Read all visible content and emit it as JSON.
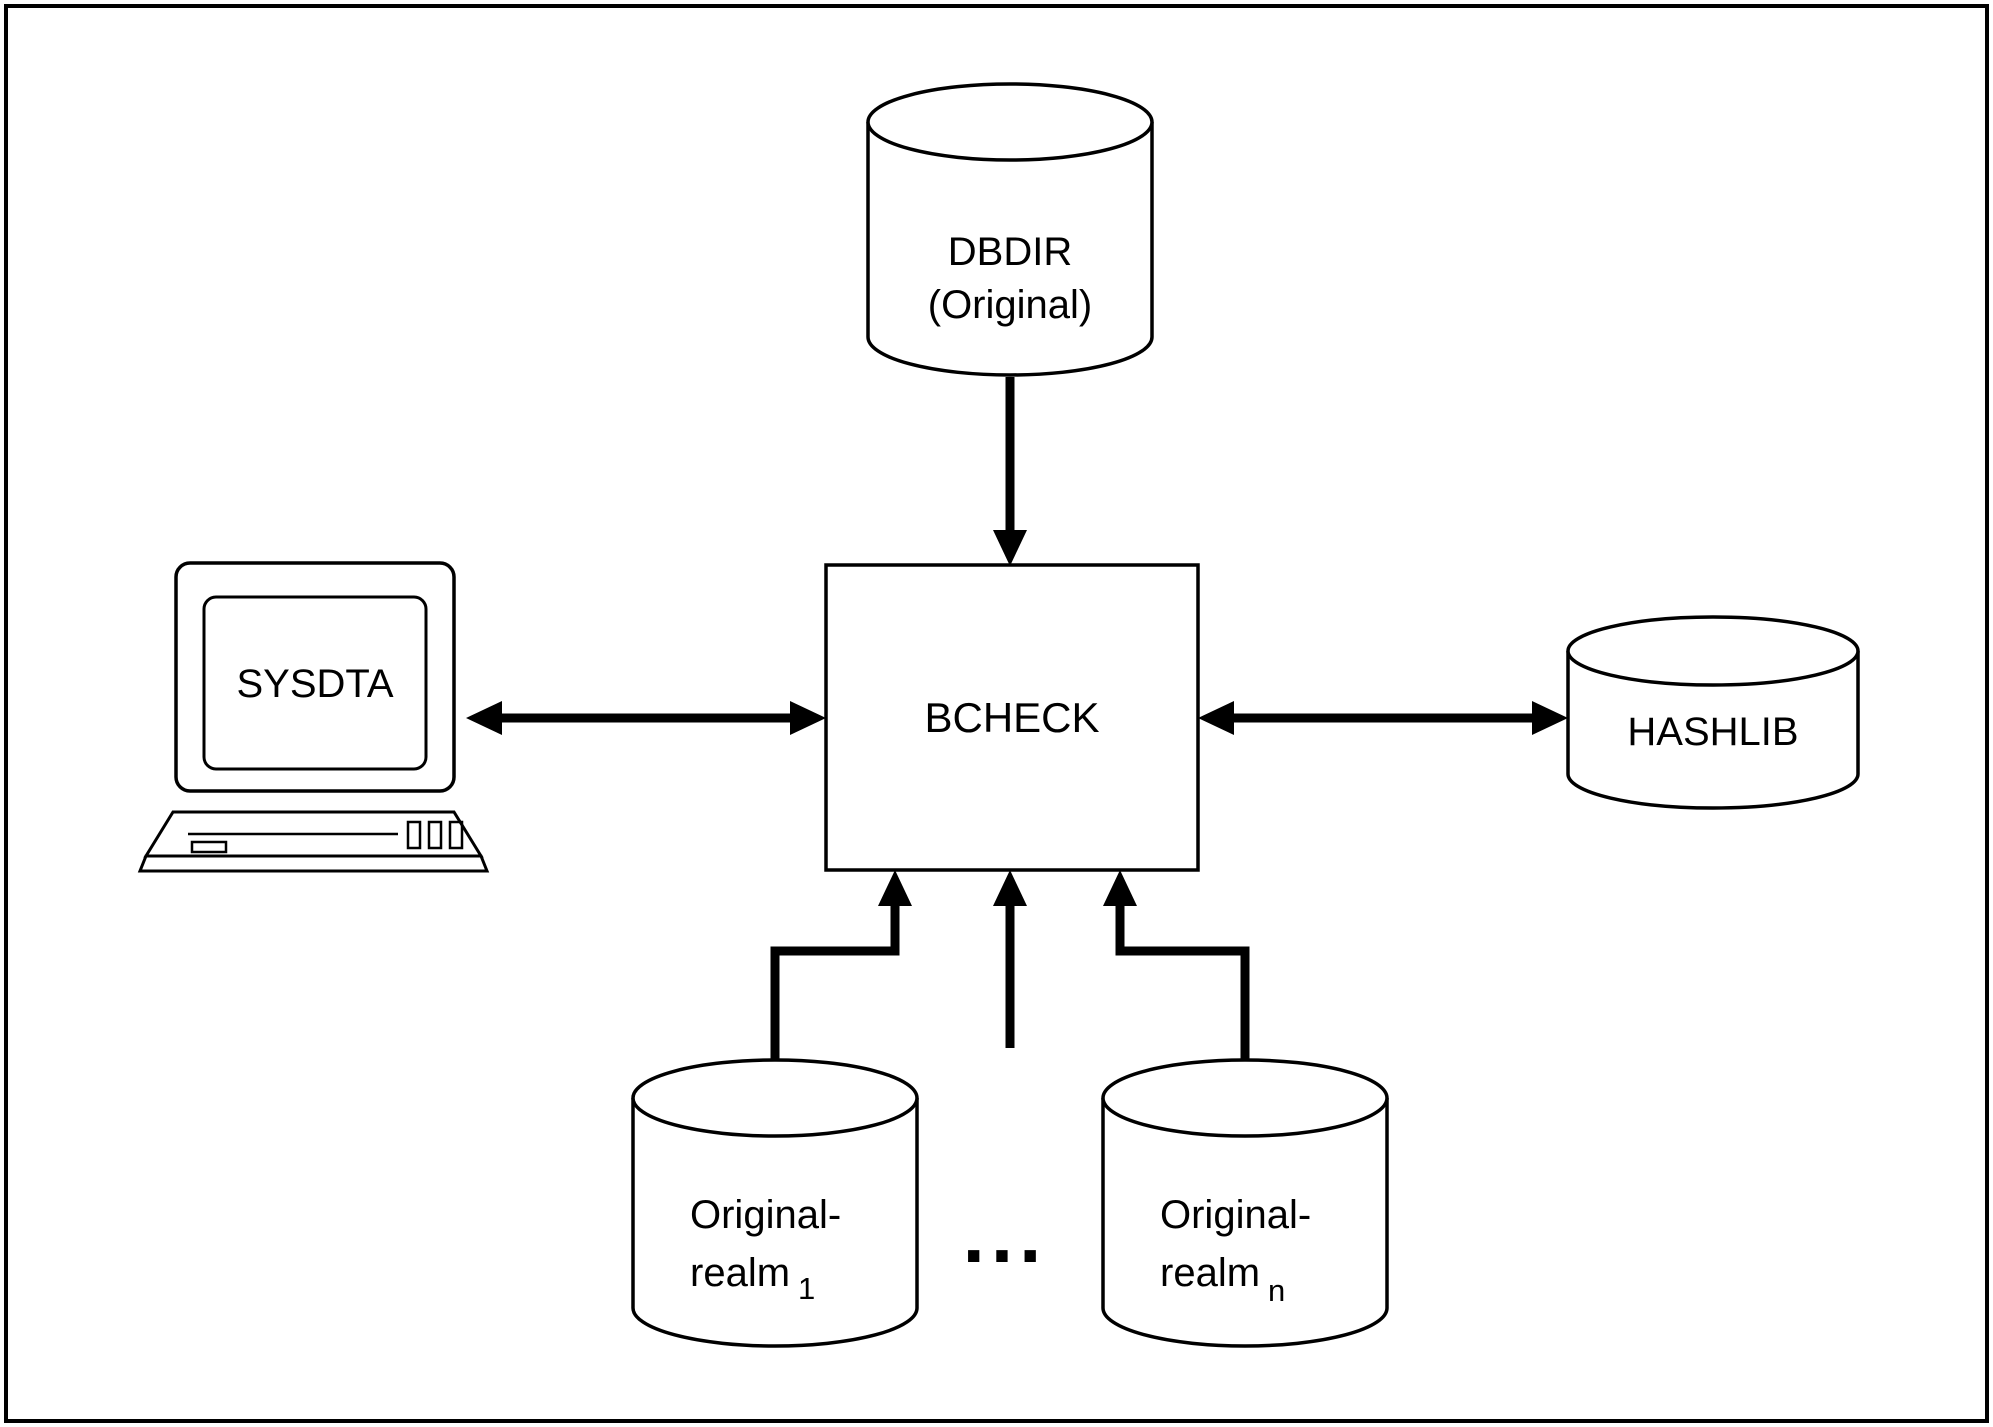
{
  "diagram": {
    "nodes": {
      "dbdir": {
        "line1": "DBDIR",
        "line2": "(Original)"
      },
      "bcheck": {
        "label": "BCHECK"
      },
      "sysdta": {
        "label": "SYSDTA"
      },
      "hashlib": {
        "label": "HASHLIB"
      },
      "realm1": {
        "line1": "Original-",
        "line2": "realm",
        "sub": "1"
      },
      "realmn": {
        "line1": "Original-",
        "line2": "realm",
        "sub": "n"
      },
      "ellipsis": "..."
    },
    "colors": {
      "stroke": "#000000",
      "fill": "#ffffff",
      "background": "#ffffff"
    }
  }
}
